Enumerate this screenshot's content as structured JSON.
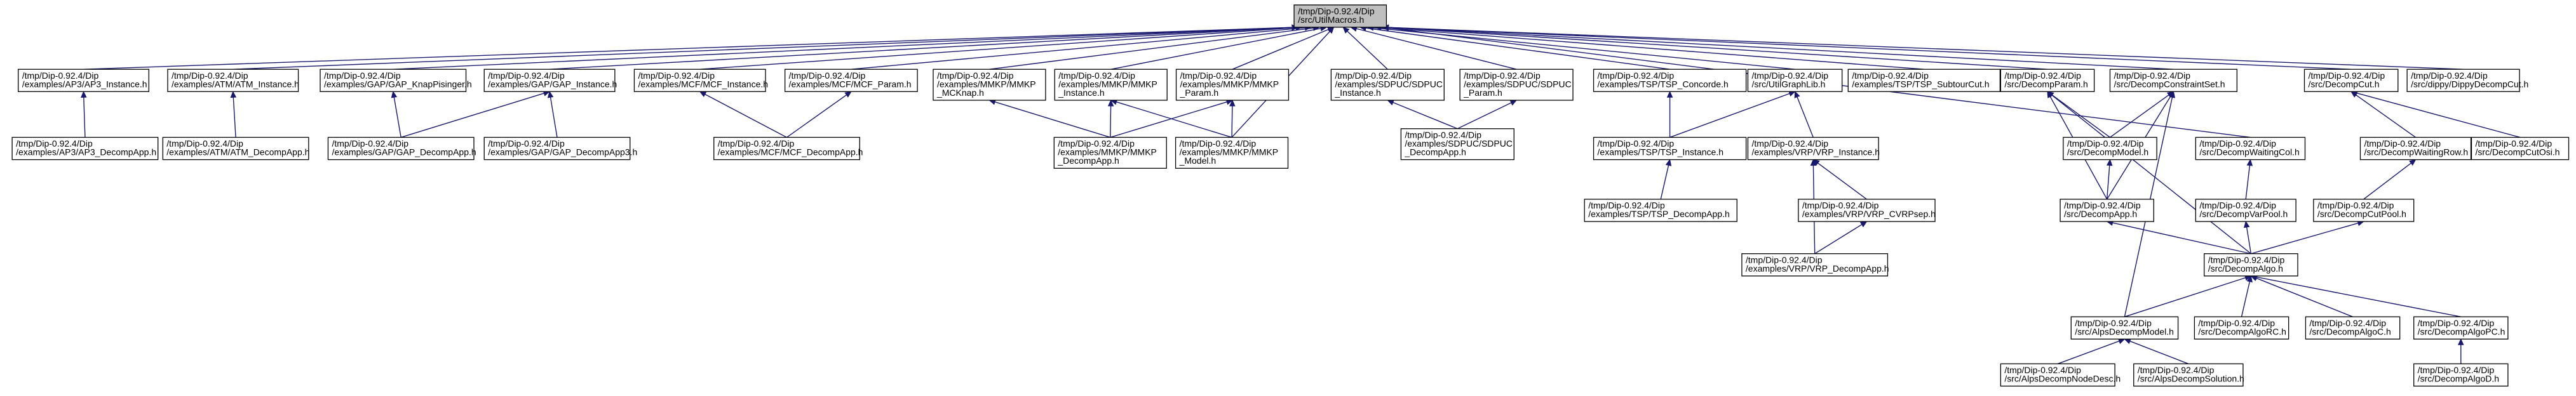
{
  "diagram": {
    "type": "include-dependency-graph",
    "nodes": [
      {
        "id": "root",
        "lines": [
          "/tmp/Dip-0.92.4/Dip",
          "/src/UtilMacros.h"
        ],
        "highlight": true
      },
      {
        "id": "ap3_inst",
        "lines": [
          "/tmp/Dip-0.92.4/Dip",
          "/examples/AP3/AP3_Instance.h"
        ]
      },
      {
        "id": "atm_inst",
        "lines": [
          "/tmp/Dip-0.92.4/Dip",
          "/examples/ATM/ATM_Instance.h"
        ]
      },
      {
        "id": "gap_knap",
        "lines": [
          "/tmp/Dip-0.92.4/Dip",
          "/examples/GAP/GAP_KnapPisinger.h"
        ]
      },
      {
        "id": "gap_inst",
        "lines": [
          "/tmp/Dip-0.92.4/Dip",
          "/examples/GAP/GAP_Instance.h"
        ]
      },
      {
        "id": "mcf_inst",
        "lines": [
          "/tmp/Dip-0.92.4/Dip",
          "/examples/MCF/MCF_Instance.h"
        ]
      },
      {
        "id": "mcf_param",
        "lines": [
          "/tmp/Dip-0.92.4/Dip",
          "/examples/MCF/MCF_Param.h"
        ]
      },
      {
        "id": "mmkp_mcknap",
        "lines": [
          "/tmp/Dip-0.92.4/Dip",
          "/examples/MMKP/MMKP",
          "_MCKnap.h"
        ]
      },
      {
        "id": "mmkp_inst",
        "lines": [
          "/tmp/Dip-0.92.4/Dip",
          "/examples/MMKP/MMKP",
          "_Instance.h"
        ]
      },
      {
        "id": "mmkp_param",
        "lines": [
          "/tmp/Dip-0.92.4/Dip",
          "/examples/MMKP/MMKP",
          "_Param.h"
        ]
      },
      {
        "id": "sdpuc_inst",
        "lines": [
          "/tmp/Dip-0.92.4/Dip",
          "/examples/SDPUC/SDPUC",
          "_Instance.h"
        ]
      },
      {
        "id": "sdpuc_param",
        "lines": [
          "/tmp/Dip-0.92.4/Dip",
          "/examples/SDPUC/SDPUC",
          "_Param.h"
        ]
      },
      {
        "id": "tsp_concorde",
        "lines": [
          "/tmp/Dip-0.92.4/Dip",
          "/examples/TSP/TSP_Concorde.h"
        ]
      },
      {
        "id": "util_graph",
        "lines": [
          "/tmp/Dip-0.92.4/Dip",
          "/src/UtilGraphLib.h"
        ]
      },
      {
        "id": "tsp_subtour",
        "lines": [
          "/tmp/Dip-0.92.4/Dip",
          "/examples/TSP/TSP_SubtourCut.h"
        ]
      },
      {
        "id": "decomp_param",
        "lines": [
          "/tmp/Dip-0.92.4/Dip",
          "/src/DecompParam.h"
        ]
      },
      {
        "id": "decomp_cset",
        "lines": [
          "/tmp/Dip-0.92.4/Dip",
          "/src/DecompConstraintSet.h"
        ]
      },
      {
        "id": "decomp_cut",
        "lines": [
          "/tmp/Dip-0.92.4/Dip",
          "/src/DecompCut.h"
        ]
      },
      {
        "id": "dippy_cut",
        "lines": [
          "/tmp/Dip-0.92.4/Dip",
          "/src/dippy/DippyDecompCut.h"
        ]
      },
      {
        "id": "ap3_app",
        "lines": [
          "/tmp/Dip-0.92.4/Dip",
          "/examples/AP3/AP3_DecompApp.h"
        ]
      },
      {
        "id": "atm_app",
        "lines": [
          "/tmp/Dip-0.92.4/Dip",
          "/examples/ATM/ATM_DecompApp.h"
        ]
      },
      {
        "id": "gap_app",
        "lines": [
          "/tmp/Dip-0.92.4/Dip",
          "/examples/GAP/GAP_DecompApp.h"
        ]
      },
      {
        "id": "gap_app3",
        "lines": [
          "/tmp/Dip-0.92.4/Dip",
          "/examples/GAP/GAP_DecompApp3.h"
        ]
      },
      {
        "id": "mcf_app",
        "lines": [
          "/tmp/Dip-0.92.4/Dip",
          "/examples/MCF/MCF_DecompApp.h"
        ]
      },
      {
        "id": "mmkp_app",
        "lines": [
          "/tmp/Dip-0.92.4/Dip",
          "/examples/MMKP/MMKP",
          "_DecompApp.h"
        ]
      },
      {
        "id": "mmkp_model",
        "lines": [
          "/tmp/Dip-0.92.4/Dip",
          "/examples/MMKP/MMKP",
          "_Model.h"
        ]
      },
      {
        "id": "sdpuc_app",
        "lines": [
          "/tmp/Dip-0.92.4/Dip",
          "/examples/SDPUC/SDPUC",
          "_DecompApp.h"
        ]
      },
      {
        "id": "tsp_inst",
        "lines": [
          "/tmp/Dip-0.92.4/Dip",
          "/examples/TSP/TSP_Instance.h"
        ]
      },
      {
        "id": "vrp_inst",
        "lines": [
          "/tmp/Dip-0.92.4/Dip",
          "/examples/VRP/VRP_Instance.h"
        ]
      },
      {
        "id": "decomp_model",
        "lines": [
          "/tmp/Dip-0.92.4/Dip",
          "/src/DecompModel.h"
        ]
      },
      {
        "id": "decomp_wcol",
        "lines": [
          "/tmp/Dip-0.92.4/Dip",
          "/src/DecompWaitingCol.h"
        ]
      },
      {
        "id": "decomp_wrow",
        "lines": [
          "/tmp/Dip-0.92.4/Dip",
          "/src/DecompWaitingRow.h"
        ]
      },
      {
        "id": "decomp_cutosi",
        "lines": [
          "/tmp/Dip-0.92.4/Dip",
          "/src/DecompCutOsi.h"
        ]
      },
      {
        "id": "tsp_app",
        "lines": [
          "/tmp/Dip-0.92.4/Dip",
          "/examples/TSP/TSP_DecompApp.h"
        ]
      },
      {
        "id": "vrp_cvrp",
        "lines": [
          "/tmp/Dip-0.92.4/Dip",
          "/examples/VRP/VRP_CVRPsep.h"
        ]
      },
      {
        "id": "decomp_app",
        "lines": [
          "/tmp/Dip-0.92.4/Dip",
          "/src/DecompApp.h"
        ]
      },
      {
        "id": "decomp_varpool",
        "lines": [
          "/tmp/Dip-0.92.4/Dip",
          "/src/DecompVarPool.h"
        ]
      },
      {
        "id": "decomp_cutpool",
        "lines": [
          "/tmp/Dip-0.92.4/Dip",
          "/src/DecompCutPool.h"
        ]
      },
      {
        "id": "vrp_app",
        "lines": [
          "/tmp/Dip-0.92.4/Dip",
          "/examples/VRP/VRP_DecompApp.h"
        ]
      },
      {
        "id": "decomp_algo",
        "lines": [
          "/tmp/Dip-0.92.4/Dip",
          "/src/DecompAlgo.h"
        ]
      },
      {
        "id": "alps_model",
        "lines": [
          "/tmp/Dip-0.92.4/Dip",
          "/src/AlpsDecompModel.h"
        ]
      },
      {
        "id": "algo_rc",
        "lines": [
          "/tmp/Dip-0.92.4/Dip",
          "/src/DecompAlgoRC.h"
        ]
      },
      {
        "id": "algo_c",
        "lines": [
          "/tmp/Dip-0.92.4/Dip",
          "/src/DecompAlgoC.h"
        ]
      },
      {
        "id": "algo_pc",
        "lines": [
          "/tmp/Dip-0.92.4/Dip",
          "/src/DecompAlgoPC.h"
        ]
      },
      {
        "id": "alps_node",
        "lines": [
          "/tmp/Dip-0.92.4/Dip",
          "/src/AlpsDecompNodeDesc.h"
        ]
      },
      {
        "id": "alps_sol",
        "lines": [
          "/tmp/Dip-0.92.4/Dip",
          "/src/AlpsDecompSolution.h"
        ]
      },
      {
        "id": "algo_d",
        "lines": [
          "/tmp/Dip-0.92.4/Dip",
          "/src/DecompAlgoD.h"
        ]
      }
    ],
    "edges": [
      [
        "ap3_inst",
        "root"
      ],
      [
        "atm_inst",
        "root"
      ],
      [
        "gap_knap",
        "root"
      ],
      [
        "gap_inst",
        "root"
      ],
      [
        "mcf_inst",
        "root"
      ],
      [
        "mcf_param",
        "root"
      ],
      [
        "mmkp_mcknap",
        "root"
      ],
      [
        "mmkp_inst",
        "root"
      ],
      [
        "mmkp_param",
        "root"
      ],
      [
        "mmkp_model",
        "root"
      ],
      [
        "sdpuc_inst",
        "root"
      ],
      [
        "sdpuc_param",
        "root"
      ],
      [
        "tsp_concorde",
        "root"
      ],
      [
        "util_graph",
        "root"
      ],
      [
        "tsp_subtour",
        "root"
      ],
      [
        "decomp_param",
        "root"
      ],
      [
        "decomp_cset",
        "root"
      ],
      [
        "decomp_wcol",
        "root"
      ],
      [
        "decomp_cut",
        "root"
      ],
      [
        "dippy_cut",
        "root"
      ],
      [
        "ap3_app",
        "ap3_inst"
      ],
      [
        "atm_app",
        "atm_inst"
      ],
      [
        "gap_app",
        "gap_knap"
      ],
      [
        "gap_app",
        "gap_inst"
      ],
      [
        "gap_app3",
        "gap_inst"
      ],
      [
        "mcf_app",
        "mcf_inst"
      ],
      [
        "mcf_app",
        "mcf_param"
      ],
      [
        "mmkp_app",
        "mmkp_mcknap"
      ],
      [
        "mmkp_app",
        "mmkp_inst"
      ],
      [
        "mmkp_app",
        "mmkp_param"
      ],
      [
        "mmkp_model",
        "mmkp_inst"
      ],
      [
        "mmkp_model",
        "mmkp_param"
      ],
      [
        "sdpuc_app",
        "sdpuc_inst"
      ],
      [
        "sdpuc_app",
        "sdpuc_param"
      ],
      [
        "tsp_inst",
        "tsp_concorde"
      ],
      [
        "tsp_inst",
        "util_graph"
      ],
      [
        "vrp_inst",
        "util_graph"
      ],
      [
        "tsp_app",
        "tsp_inst"
      ],
      [
        "vrp_app",
        "vrp_inst"
      ],
      [
        "vrp_cvrp",
        "vrp_inst"
      ],
      [
        "vrp_app",
        "vrp_cvrp"
      ],
      [
        "decomp_model",
        "decomp_param"
      ],
      [
        "decomp_model",
        "decomp_cset"
      ],
      [
        "decomp_app",
        "decomp_param"
      ],
      [
        "decomp_app",
        "decomp_model"
      ],
      [
        "decomp_app",
        "decomp_cset"
      ],
      [
        "decomp_algo",
        "decomp_param"
      ],
      [
        "decomp_algo",
        "decomp_app"
      ],
      [
        "alps_model",
        "decomp_cset"
      ],
      [
        "decomp_varpool",
        "decomp_wcol"
      ],
      [
        "decomp_algo",
        "decomp_varpool"
      ],
      [
        "decomp_wrow",
        "decomp_cut"
      ],
      [
        "decomp_cutosi",
        "decomp_cut"
      ],
      [
        "decomp_cutpool",
        "decomp_wrow"
      ],
      [
        "decomp_algo",
        "decomp_cutpool"
      ],
      [
        "alps_model",
        "decomp_algo"
      ],
      [
        "algo_rc",
        "decomp_algo"
      ],
      [
        "algo_c",
        "decomp_algo"
      ],
      [
        "algo_pc",
        "decomp_algo"
      ],
      [
        "alps_node",
        "alps_model"
      ],
      [
        "alps_sol",
        "alps_model"
      ],
      [
        "algo_d",
        "algo_pc"
      ]
    ]
  }
}
